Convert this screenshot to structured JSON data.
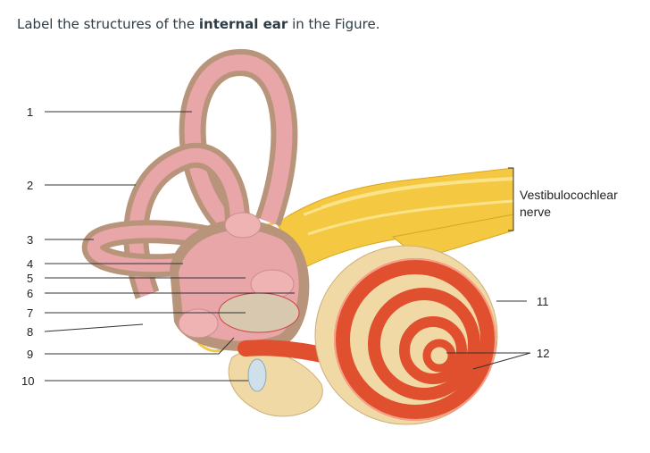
{
  "question": {
    "before": "Label the structures of the ",
    "bold": "internal ear",
    "after": " in the Figure."
  },
  "labels": [
    "1",
    "2",
    "3",
    "4",
    "5",
    "6",
    "7",
    "8",
    "9",
    "10",
    "11",
    "12"
  ],
  "nerve_label": [
    "Vestibulocochlear",
    "nerve"
  ],
  "colors": {
    "labyrinth_outer": "#b8947a",
    "labyrinth_inner": "#e8a6a8",
    "nerve": "#f5c842",
    "cochlea_red": "#e0502e",
    "cochlea_bone": "#f1d9a6"
  }
}
